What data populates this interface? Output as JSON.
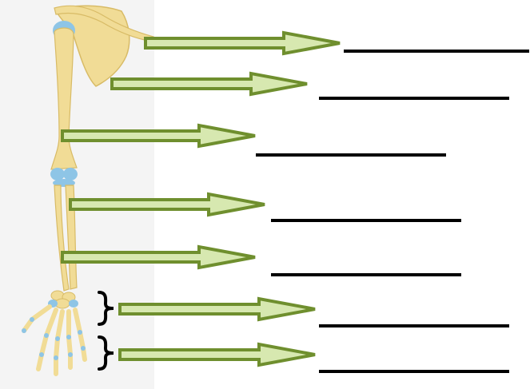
{
  "diagram": {
    "subject": "upper-limb-skeleton",
    "colors": {
      "bone": "#f1dc96",
      "bone_shadow": "#d8bb66",
      "cartilage": "#8ec5e6",
      "arrow_fill": "#d7e8b0",
      "arrow_stroke": "#6f8f2e",
      "blank_line": "#000000",
      "bracket": "#000000",
      "panel_bg": "#f4f4f4"
    },
    "labels": [
      {
        "id": "label-1",
        "text": ""
      },
      {
        "id": "label-2",
        "text": ""
      },
      {
        "id": "label-3",
        "text": ""
      },
      {
        "id": "label-4",
        "text": ""
      },
      {
        "id": "label-5",
        "text": ""
      },
      {
        "id": "label-6",
        "text": ""
      },
      {
        "id": "label-7",
        "text": ""
      }
    ]
  }
}
